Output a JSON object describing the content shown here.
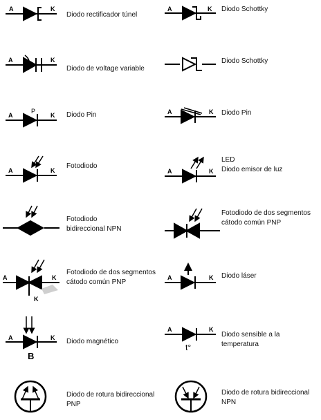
{
  "symbols": [
    {
      "label": "Diodo rectificador túnel",
      "icon": "tunnel-diode-icon"
    },
    {
      "label": "Diodo Schottky",
      "icon": "schottky-diode-icon"
    },
    {
      "label": "Diodo de voltage variable",
      "icon": "varactor-diode-icon"
    },
    {
      "label": "Diodo Schottky",
      "icon": "schottky-diode-icon"
    },
    {
      "label": "Diodo Pin",
      "icon": "pin-diode-icon"
    },
    {
      "label": "Diodo Pin",
      "icon": "pin-diode-icon"
    },
    {
      "label": "Fotodiodo",
      "icon": "photodiode-icon"
    },
    {
      "label": "LED\nDiodo emisor de luz",
      "icon": "led-icon"
    },
    {
      "label": "Fotodiodo\nbidireccional NPN",
      "icon": "bidirectional-photodiode-icon"
    },
    {
      "label": "Fotodiodo de dos segmentos\ncátodo común PNP",
      "icon": "two-segment-photodiode-icon"
    },
    {
      "label": "Fotodiodo de dos segmentos\ncátodo común PNP",
      "icon": "two-segment-photodiode-icon"
    },
    {
      "label": "Diodo láser",
      "icon": "laser-diode-icon"
    },
    {
      "label": "Diodo magnético",
      "icon": "magnetic-diode-icon"
    },
    {
      "label": "Diodo sensible a la\ntemperatura",
      "icon": "temperature-diode-icon"
    },
    {
      "label": "Diodo de rotura bidireccional\nPNP",
      "icon": "bidirectional-breakdown-diode-icon"
    },
    {
      "label": "Diodo de rotura bidireccional\nNPN",
      "icon": "bidirectional-breakdown-diode-icon"
    }
  ],
  "pins": {
    "anode": "A",
    "cathode": "K",
    "pin_p": "P",
    "magnetic_b": "B",
    "temp_t": "t°"
  }
}
